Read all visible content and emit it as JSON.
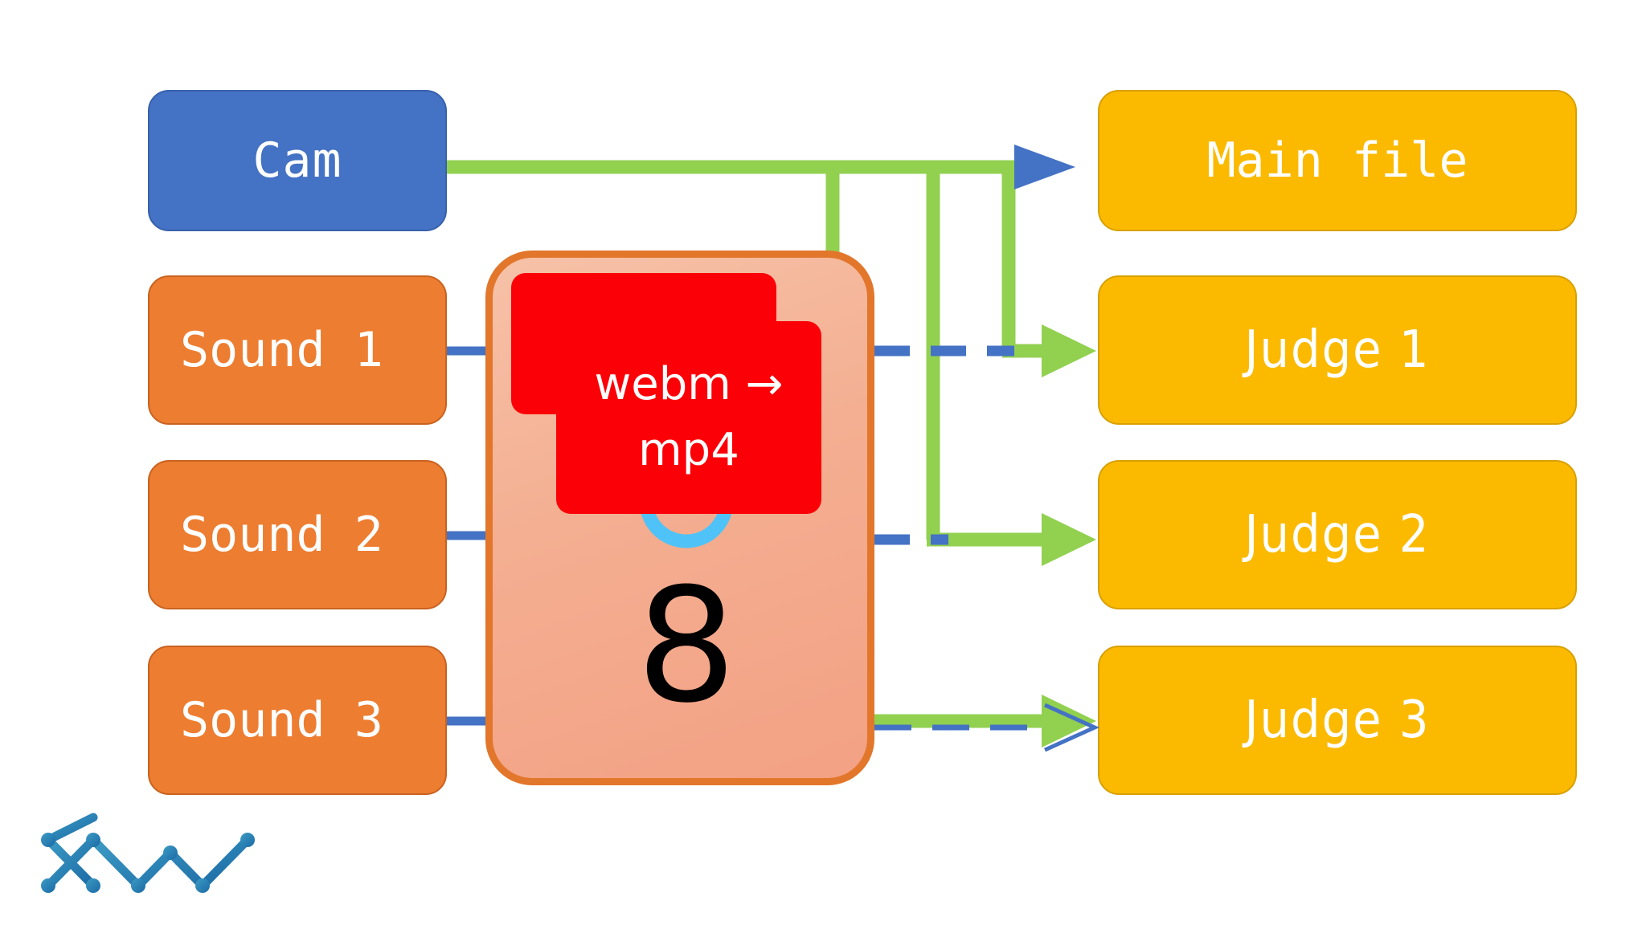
{
  "diagram": {
    "title_text": "",
    "background": "#FFFFFF",
    "inputs": [
      {
        "id": "cam",
        "label": "Cam",
        "fill": "#4472C4",
        "stroke": "#3761AB"
      },
      {
        "id": "sound1",
        "label": "Sound 1",
        "fill": "#ED7D31",
        "stroke": "#C9621F"
      },
      {
        "id": "sound2",
        "label": "Sound 2",
        "fill": "#ED7D31",
        "stroke": "#C9621F"
      },
      {
        "id": "sound3",
        "label": "Sound 3",
        "fill": "#ED7D31",
        "stroke": "#C9621F"
      }
    ],
    "outputs": [
      {
        "id": "mainfile",
        "label": "Main file",
        "fill": "#FBBA00",
        "stroke": "#D9A000"
      },
      {
        "id": "judge1",
        "label": "Judge 1",
        "fill": "#FBBA00",
        "stroke": "#D9A000"
      },
      {
        "id": "judge2",
        "label": "Judge 2",
        "fill": "#FBBA00",
        "stroke": "#D9A000"
      },
      {
        "id": "judge3",
        "label": "Judge 3",
        "fill": "#FBBA00",
        "stroke": "#D9A000"
      }
    ],
    "converter": {
      "id": "converter-panel",
      "badge_line_1": "webm →",
      "badge_line_2": "mp4",
      "badge_fill": "#FB0007",
      "badge_text_color": "#FFFFFF",
      "counter": "8",
      "counter_color": "#000000",
      "panel_fill_from": "#F6C2A8",
      "panel_fill_to": "#F3A184",
      "panel_stroke": "#E2762B",
      "spinner_color": "#4FC3F7"
    },
    "wires": {
      "video_color": "#92D050",
      "audio_color": "#4472C4",
      "audio_style": "dashed",
      "video_style": "solid"
    },
    "logo": {
      "id": "zigzag-logo",
      "color_light": "#3C9BC4",
      "color_dark": "#1B6AA5"
    }
  }
}
